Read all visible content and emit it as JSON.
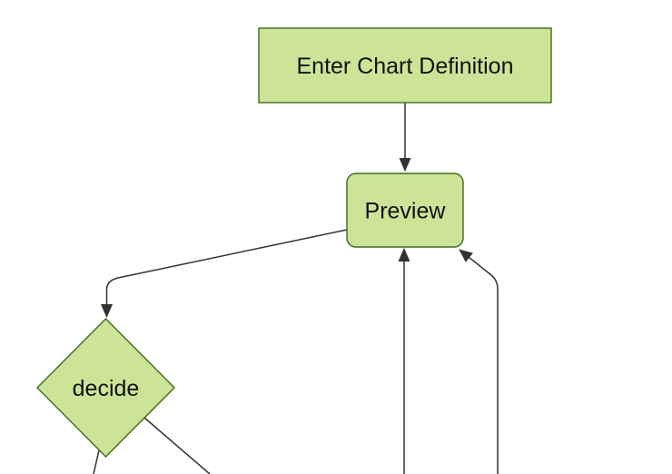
{
  "diagram": {
    "type": "flowchart",
    "orientation": "top-down",
    "colors": {
      "background": "#ffffff",
      "node_fill": "#cde498",
      "node_border": "#3c6b1d",
      "edge_color": "#333333",
      "text_color": "#111111"
    },
    "nodes": [
      {
        "label": "Enter Chart Definition",
        "shape": "rectangle"
      },
      {
        "label": "Preview",
        "shape": "rounded-rectangle"
      },
      {
        "label": "decide",
        "shape": "diamond"
      }
    ],
    "edges": [
      {
        "from": "Enter Chart Definition",
        "to": "Preview",
        "arrowhead": true
      },
      {
        "from": "Preview",
        "to": "decide",
        "arrowhead": true
      },
      {
        "from": "offscreen-bottom",
        "to": "Preview",
        "arrowhead": true
      },
      {
        "from": "offscreen-bottom",
        "to": "Preview",
        "arrowhead": true
      },
      {
        "from": "decide",
        "to": "offscreen-bottom",
        "arrowhead": false
      },
      {
        "from": "decide",
        "to": "offscreen-bottom",
        "arrowhead": false
      }
    ]
  }
}
